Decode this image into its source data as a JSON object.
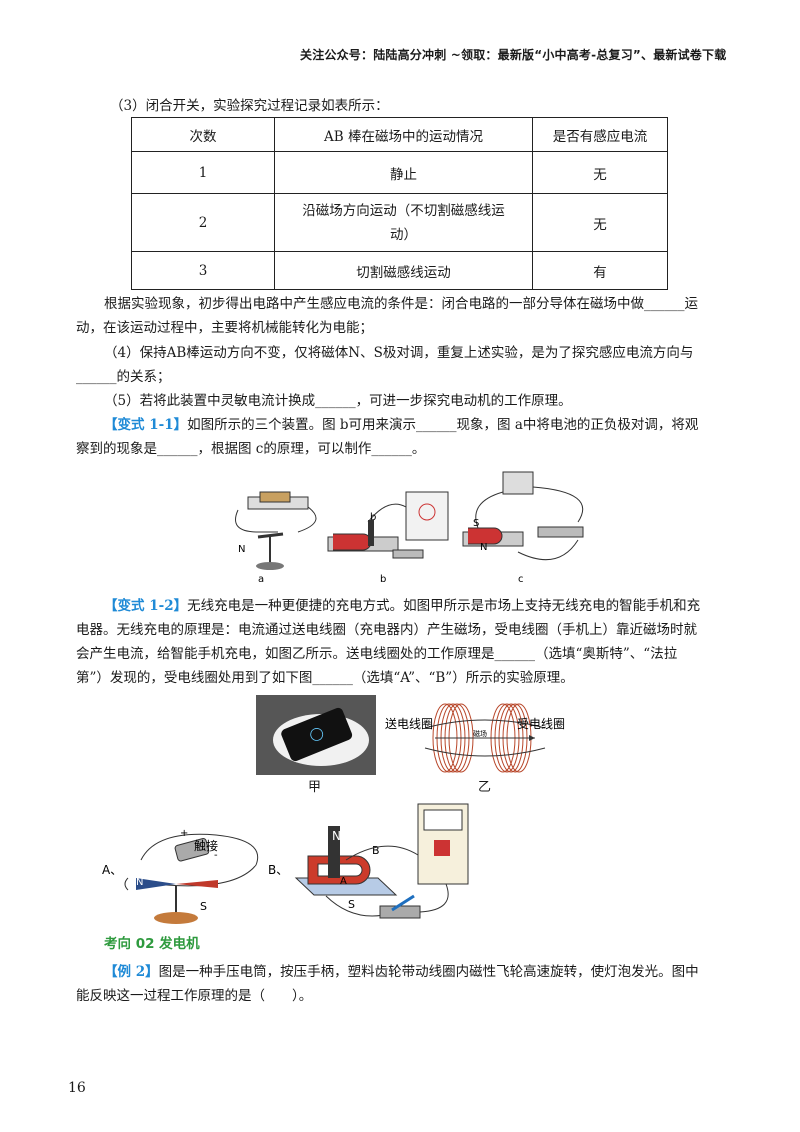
{
  "header": "关注公众号：陆陆高分冲刺  ~领取：最新版“小中高考-总复习”、最新试卷下载",
  "q3_intro": "（3）闭合开关，实验探究过程记录如表所示：",
  "table": {
    "headers": [
      "次数",
      "AB 棒在磁场中的运动情况",
      "是否有感应电流"
    ],
    "rows": [
      {
        "n": "1",
        "motion_a": "静止",
        "motion_b": "",
        "current": "无"
      },
      {
        "n": "2",
        "motion_a": "沿磁场方向运动（不切割磁感线运",
        "motion_b": "动）",
        "current": "无"
      },
      {
        "n": "3",
        "motion_a": "切割磁感线运动",
        "motion_b": "",
        "current": "有"
      }
    ]
  },
  "conclusion": {
    "line1": "根据实验现象，初步得出电路中产生感应电流的条件是：闭合电路的一部分导体在磁场中做______运",
    "line2": "动，在该运动过程中，主要将机械能转化为电能；"
  },
  "q4": {
    "line1": "（4）保持AB棒运动方向不变，仅将磁体N、S极对调，重复上述实验，是为了探究感应电流方向与",
    "line2": "______的关系；"
  },
  "q5": "（5）若将此装置中灵敏电流计换成______，可进一步探究电动机的工作原理。",
  "v11": {
    "tag": "【变式 1-1】",
    "line1": "如图所示的三个装置。图 b可用来演示______现象，图 a中将电池的正负极对调，将观",
    "line2": "察到的现象是______，根据图 c的原理，可以制作______。"
  },
  "fig1_labels": {
    "a": "a",
    "b": "b",
    "c": "c",
    "n": "N",
    "s": "S",
    "b_label": "b"
  },
  "v12": {
    "tag": "【变式 1-2】",
    "line1": "无线充电是一种更便捷的充电方式。如图甲所示是市场上支持无线充电的智能手机和充",
    "line2": "电器。无线充电的原理是：电流通过送电线圈（充电器内）产生磁场，受电线圈（手机上）靠近磁场时就",
    "line3": "会产生电流，给智能手机充电，如图乙所示。送电线圈处的工作原理是______（选填“奥斯特”、“法拉",
    "line4": "第”）发现的，受电线圈处用到了如下图______（选填“A”、“B”）所示的实验原理。"
  },
  "fig2": {
    "jia": "甲",
    "yi": "乙",
    "send": "送电线圈",
    "recv": "受电线圈",
    "field": "磁场"
  },
  "fig3": {
    "a_label": "A、",
    "b_label": "B、",
    "contact": "触接",
    "plus": "+",
    "minus": "-",
    "n": "N",
    "s": "S",
    "b": "B",
    "a": "A"
  },
  "section": "考向 02 发电机",
  "ex2": {
    "tag": "【例 2】",
    "line1": "图是一种手压电筒，按压手柄，塑料齿轮带动线圈内磁性飞轮高速旋转，使灯泡发光。图中",
    "line2": "能反映这一过程工作原理的是（　　）。"
  },
  "page_number": "16"
}
